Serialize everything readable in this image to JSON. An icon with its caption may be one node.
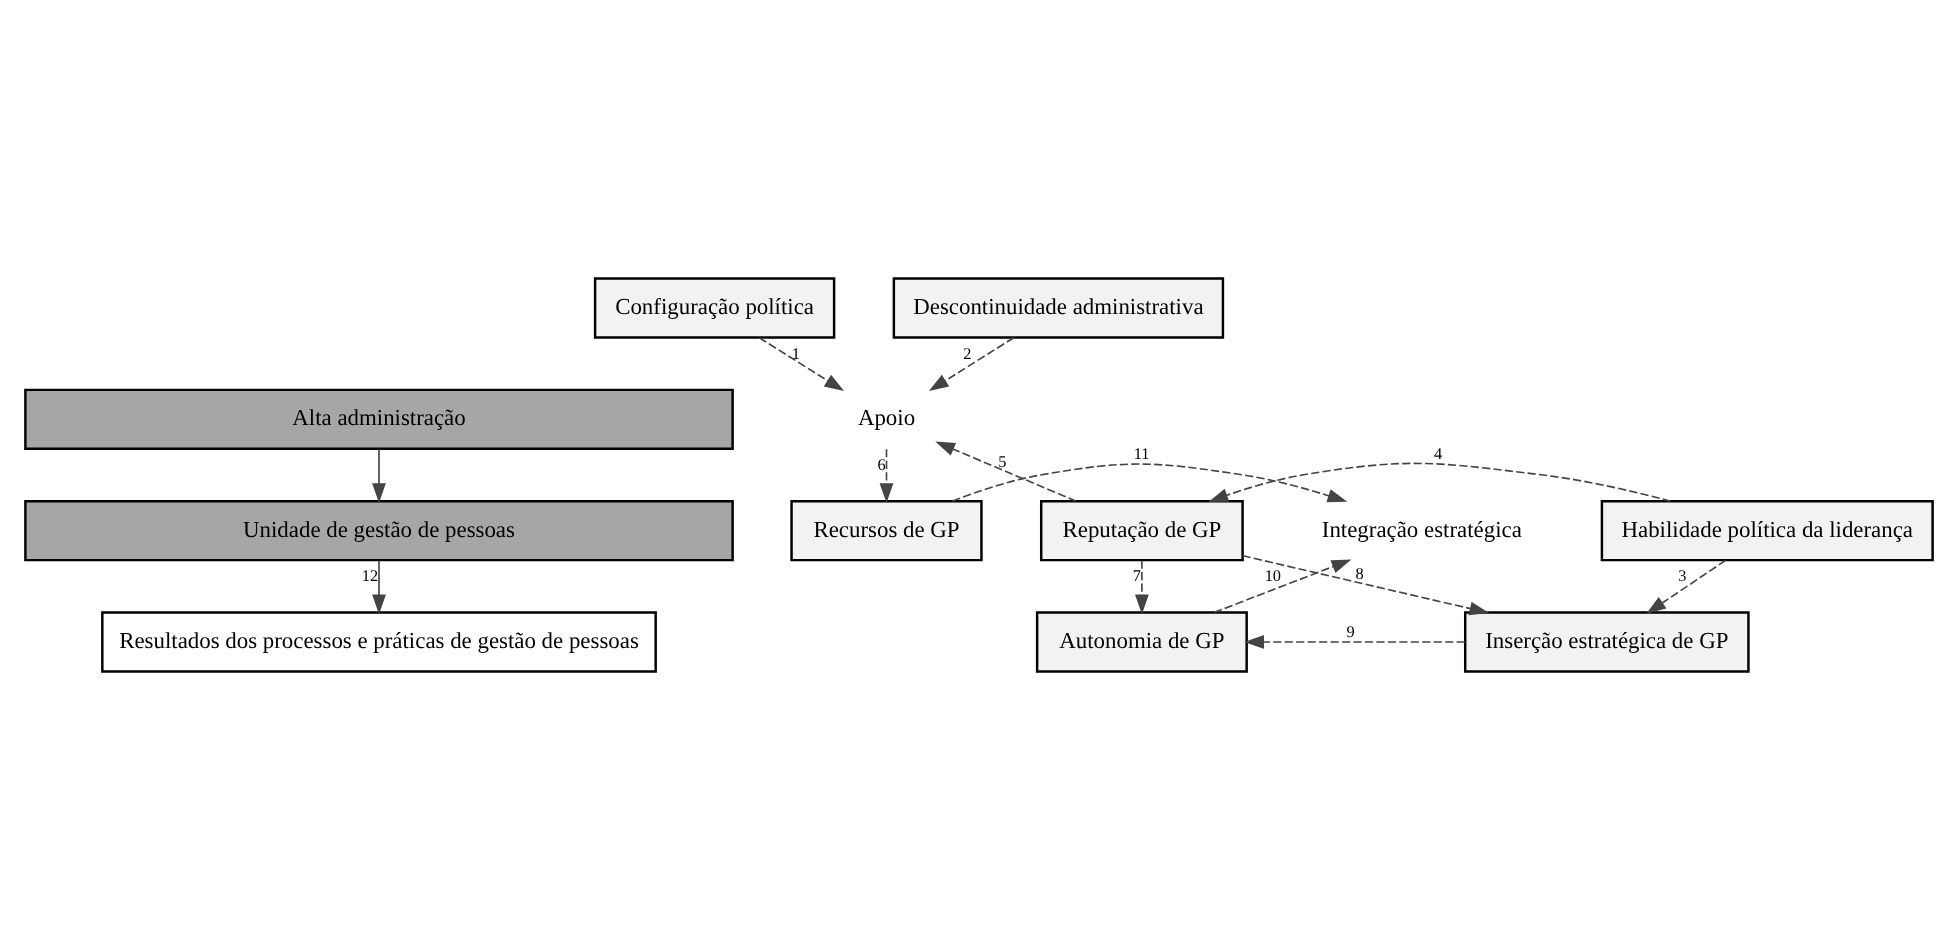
{
  "diagram": {
    "nodes": [
      {
        "text": [
          "Alta administração"
        ]
      },
      {
        "text": [
          "Configuração política"
        ]
      },
      {
        "text": [
          "Descontinuidade administrativa"
        ]
      },
      {
        "text": [
          "Apoio"
        ]
      },
      {
        "text": [
          "Unidade de gestão de pessoas"
        ]
      },
      {
        "text": [
          "Recursos de GP"
        ]
      },
      {
        "text": [
          "Integração estratégica"
        ]
      },
      {
        "text": [
          "Resultados dos processos e práticas de gestão de pessoas"
        ]
      },
      {
        "text": [
          "Habilidade política da liderança"
        ]
      },
      {
        "text": [
          "Reputação de GP"
        ]
      },
      {
        "text": [
          "Inserção estratégica de GP"
        ]
      },
      {
        "text": [
          "Autonomia de GP"
        ]
      }
    ],
    "edges": [
      {
        "from": 0,
        "to": 4,
        "arrow": "to"
      },
      {
        "from": 1,
        "to": 3,
        "arrow": "to",
        "style": "dashed",
        "label": "1"
      },
      {
        "from": 2,
        "to": 3,
        "arrow": "to",
        "style": "dashed",
        "label": "2"
      },
      {
        "from": 8,
        "to": 10,
        "arrow": "to",
        "style": "dashed",
        "label": "3"
      },
      {
        "from": 8,
        "to": 9,
        "arrow": "to",
        "style": "dashed",
        "label": "4"
      },
      {
        "from": 9,
        "to": 3,
        "arrow": "to",
        "style": "dashed",
        "label": "5"
      },
      {
        "from": 3,
        "to": 5,
        "arrow": "to",
        "style": "dashed",
        "label": "6"
      },
      {
        "from": 9,
        "to": 11,
        "arrow": "to",
        "style": "dashed",
        "label": "7"
      },
      {
        "from": 9,
        "to": 10,
        "arrow": "to",
        "style": "dashed",
        "label": "8"
      },
      {
        "from": 10,
        "to": 11,
        "arrow": "to",
        "style": "dashed",
        "label": "9"
      },
      {
        "from": 11,
        "to": 6,
        "arrow": "to",
        "style": "dashed",
        "label": "10"
      },
      {
        "from": 5,
        "to": 6,
        "arrow": "to",
        "style": "dashed",
        "label": "11"
      },
      {
        "from": 4,
        "to": 7,
        "arrow": "to",
        "label": "12"
      }
    ]
  }
}
